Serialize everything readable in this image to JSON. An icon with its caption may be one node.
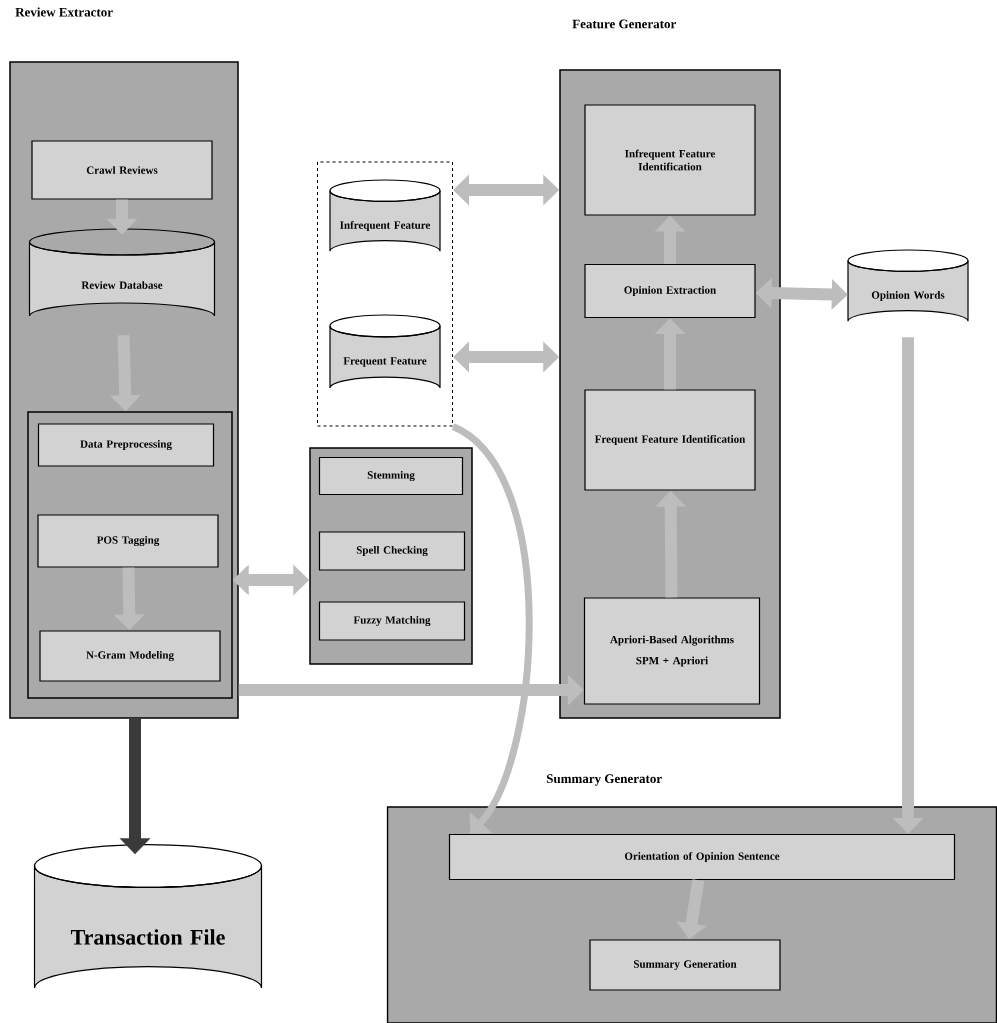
{
  "diagram": {
    "nodes": [
      {
        "text": [
          "Review Extractor"
        ]
      },
      {
        "text": [
          "Crawl Reviews"
        ],
        "in": 0
      },
      {
        "text": [
          "Review Database"
        ],
        "in": 0
      },
      {
        "text": [],
        "shape": "box",
        "in": 0
      },
      {
        "text": [
          "Data Preprocessing"
        ],
        "in": 3
      },
      {
        "text": [
          "POS Tagging"
        ],
        "in": 3
      },
      {
        "text": [
          "N-Gram Modeling"
        ],
        "in": 3
      },
      {
        "text": [],
        "shape": "box"
      },
      {
        "text": [
          "Infrequent Feature"
        ],
        "in": 7
      },
      {
        "text": [
          "Frequent Feature"
        ],
        "in": 7
      },
      {
        "text": [],
        "shape": "box"
      },
      {
        "text": [
          "Stemming"
        ],
        "in": 10
      },
      {
        "text": [
          "Spell Checking"
        ],
        "in": 10
      },
      {
        "text": [
          "Fuzzy Matching"
        ],
        "in": 10
      },
      {
        "text": [
          "Feature Generator"
        ]
      },
      {
        "text": [
          "Infrequent Feature Identification"
        ],
        "in": 14
      },
      {
        "text": [
          "Opinion Extraction"
        ],
        "in": 14
      },
      {
        "text": [
          "Frequent Feature Identification"
        ],
        "in": 14
      },
      {
        "text": [
          "Apriori-Based Algorithms",
          "SPM + Apriori"
        ],
        "in": 14
      },
      {
        "text": [
          "Opinion Words"
        ]
      },
      {
        "text": [
          "Transaction File"
        ]
      },
      {
        "text": [
          "Summary Generator"
        ]
      },
      {
        "text": [
          "Orientation of Opinion Sentence"
        ],
        "in": 21
      },
      {
        "text": [
          "Summary Generation"
        ],
        "in": 21
      }
    ],
    "edges": [
      {
        "from": 1,
        "to": 2,
        "arrow": "to"
      },
      {
        "from": 2,
        "to": 3,
        "arrow": "to"
      },
      {
        "from": 5,
        "to": 6,
        "arrow": "to"
      },
      {
        "from": 3,
        "to": 10,
        "arrow": "both"
      },
      {
        "from": 7,
        "to": 14,
        "arrow": "both"
      },
      {
        "from": 7,
        "to": 14,
        "arrow": "both"
      },
      {
        "from": 16,
        "to": 15,
        "arrow": "to"
      },
      {
        "from": 17,
        "to": 16,
        "arrow": "to"
      },
      {
        "from": 18,
        "to": 17,
        "arrow": "to"
      },
      {
        "from": 16,
        "to": 19,
        "arrow": "both"
      },
      {
        "from": 0,
        "to": 18,
        "arrow": "to"
      },
      {
        "from": 0,
        "to": 20,
        "arrow": "to",
        "color": "#3a3a3a"
      },
      {
        "from": 19,
        "to": 22,
        "arrow": "to"
      },
      {
        "from": 7,
        "to": 22,
        "arrow": "to"
      },
      {
        "from": 22,
        "to": 23,
        "arrow": "to"
      }
    ]
  }
}
